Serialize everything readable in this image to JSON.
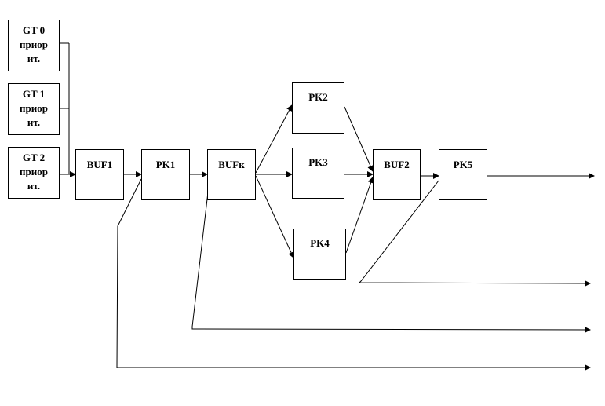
{
  "generators": [
    {
      "id": "gt0",
      "name": "GT 0",
      "line2": "приор",
      "line3": "ит."
    },
    {
      "id": "gt1",
      "name": "GT 1",
      "line2": "приор",
      "line3": "ит."
    },
    {
      "id": "gt2",
      "name": "GT 2",
      "line2": "приор",
      "line3": "ит."
    }
  ],
  "nodes": {
    "buf1": "BUF1",
    "pk1": "PK1",
    "bufk": "BUFк",
    "pk2": "PK2",
    "pk3": "PK3",
    "pk4": "PK4",
    "buf2": "BUF2",
    "pk5": "PK5"
  },
  "colors": {
    "line": "#000000",
    "box_border": "#000000",
    "background": "#ffffff"
  }
}
